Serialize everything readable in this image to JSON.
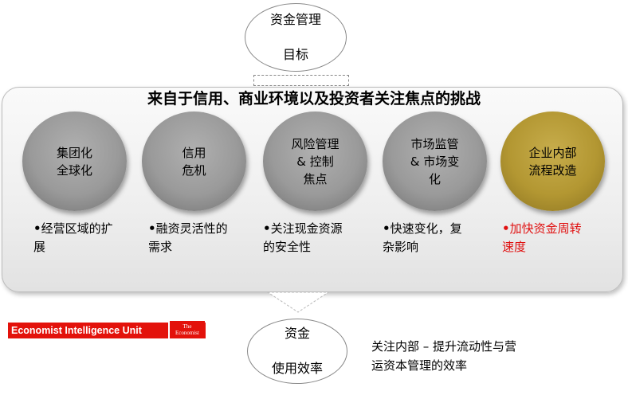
{
  "top_oval": {
    "line1": "资金管理",
    "line2": "目标"
  },
  "panel_title": "来自于信用、商业环境以及投资者关注焦点的挑战",
  "challenges": [
    {
      "circle": "集团化\n全球化",
      "bullet": "经营区域的扩\n展"
    },
    {
      "circle": "信用\n危机",
      "bullet": "融资灵活性的\n需求"
    },
    {
      "circle": "风险管理\n& 控制\n焦点",
      "bullet": "关注现金资源\n的安全性"
    },
    {
      "circle": "市场监管\n& 市场变\n化",
      "bullet": "快速变化，复\n杂影响"
    },
    {
      "circle": "企业内部\n流程改造",
      "bullet": "加快资金周转\n速度"
    }
  ],
  "bottom_oval": {
    "line1": "资金",
    "line2": "使用效率"
  },
  "note": "关注内部 – 提升流动性与营\n运资本管理的效率",
  "logo": {
    "text": "Economist Intelligence Unit",
    "badge_line1": "The",
    "badge_line2": "Economist"
  },
  "colors": {
    "circle_gray": "#9a9a9a",
    "circle_gold": "#b39732",
    "highlight_red": "#e01010",
    "logo_red": "#e3120b"
  }
}
